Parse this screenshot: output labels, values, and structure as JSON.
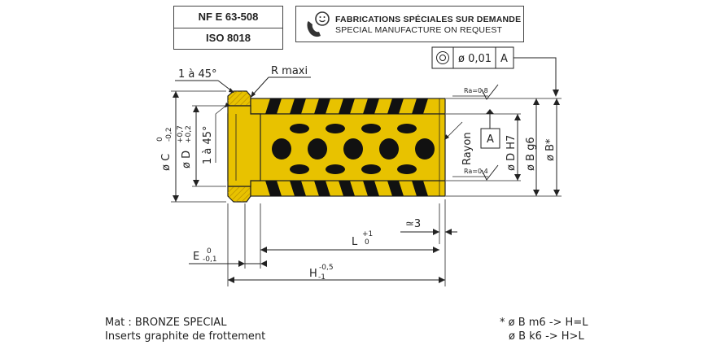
{
  "standards": {
    "nf": "NF E 63-508",
    "iso": "ISO 8018"
  },
  "fabrication": {
    "fr": "FABRICATIONS SPÉCIALES SUR DEMANDE",
    "en": "SPECIAL MANUFACTURE ON REQUEST",
    "icon": "phone-smile-icon"
  },
  "tolerance_frame": {
    "value": "0,01",
    "datum": "A"
  },
  "datum_label": "A",
  "labels": {
    "chamfer": "1 à 45°",
    "chamfer_inner": "1 à 45°",
    "radius": "R maxi",
    "rayon": "Rayon",
    "ra_top": "Ra=0,8",
    "ra_bottom": "Ra=0,4",
    "dia_c": "ø C",
    "dia_c_tol_up": "0",
    "dia_c_tol_low": "-0,2",
    "dia_d": "ø D",
    "dia_d_tol_up": "+0,7",
    "dia_d_tol_low": "+0,2",
    "dia_d_h7": "ø D H7",
    "dia_b_g6": "ø B g6",
    "dia_b_star": "ø B*",
    "approx3": "≃3",
    "l_label": "L",
    "l_tol_up": "+1",
    "l_tol_low": "0",
    "e_label": "E",
    "e_tol_up": "0",
    "e_tol_low": "-0,1",
    "h_label": "H",
    "h_tol_up": "-0,5",
    "h_tol_low": "-1"
  },
  "notes": {
    "material": "Mat : BRONZE SPECIAL",
    "inserts": "Inserts graphite de frottement",
    "fit1": "* ø B m6 -> H=L",
    "fit2": "ø B k6 -> H>L"
  },
  "colors": {
    "bronze": "#e8c200",
    "bronze_dark": "#c79a00",
    "graphite": "#111111",
    "line": "#222222"
  }
}
